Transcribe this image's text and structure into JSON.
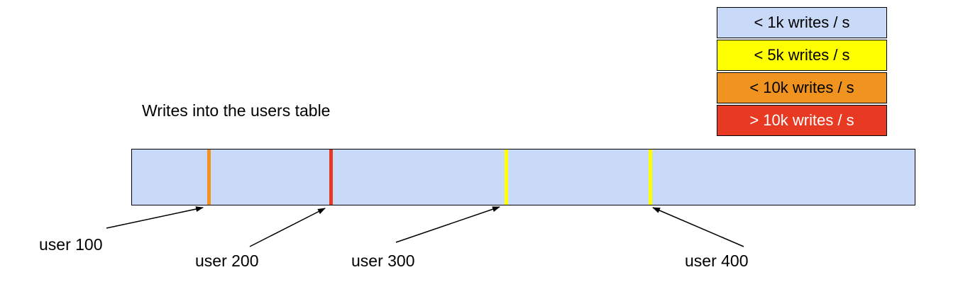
{
  "title": "Writes into the users table",
  "colors": {
    "bar_fill": "#c9daf8",
    "lt_1k_blue": "#c9daf8",
    "lt_5k_yellow": "#ffff00",
    "lt_10k_orange": "#f0941f",
    "gt_10k_red": "#e83a23",
    "outline": "#000000"
  },
  "legend": {
    "items": [
      {
        "label": "< 1k writes / s",
        "color": "#c9daf8"
      },
      {
        "label": "< 5k writes / s",
        "color": "#ffff00"
      },
      {
        "label": "< 10k writes / s",
        "color": "#f0941f"
      },
      {
        "label": "> 10k writes / s",
        "color": "#e83a23"
      }
    ]
  },
  "bar": {
    "fill": "#c9daf8",
    "stripes": [
      {
        "label": "user 100",
        "color": "#f0941f"
      },
      {
        "label": "user 200",
        "color": "#e83a23"
      },
      {
        "label": "user 300",
        "color": "#ffff00"
      },
      {
        "label": "user 400",
        "color": "#ffff00"
      }
    ]
  }
}
